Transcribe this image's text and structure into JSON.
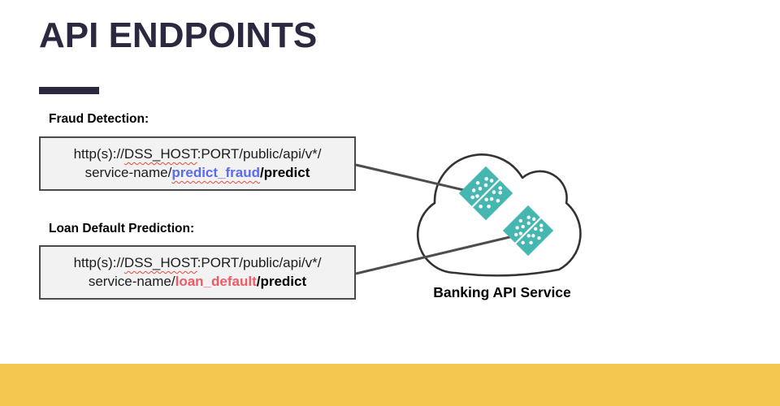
{
  "slide": {
    "title": "API ENDPOINTS",
    "title_color": "#2B2840",
    "footer_accent_color": "#F2C84E"
  },
  "endpoints": [
    {
      "label": "Fraud Detection:",
      "url_line1_pre": "http(s)://",
      "url_line1_host": "DSS_HOST",
      "url_line1_post": ":PORT/public/api/v*/",
      "url_line2_pre": "service-name/",
      "url_line2_endpoint": "predict_fraud",
      "url_line2_post": "/predict",
      "endpoint_color": "#5B6AF0"
    },
    {
      "label": "Loan Default Prediction:",
      "url_line1_pre": "http(s)://",
      "url_line1_host": "DSS_HOST",
      "url_line1_post": ":PORT/public/api/v*/",
      "url_line2_pre": "service-name/",
      "url_line2_endpoint": "loan_default",
      "url_line2_post": "/predict",
      "endpoint_color": "#EE5B66"
    }
  ],
  "cloud": {
    "label": "Banking API Service",
    "tile_icon": "domino-icon",
    "tile_color": "#45B6B0",
    "outline_color": "#333333",
    "connector_color": "#4D4D4D"
  }
}
